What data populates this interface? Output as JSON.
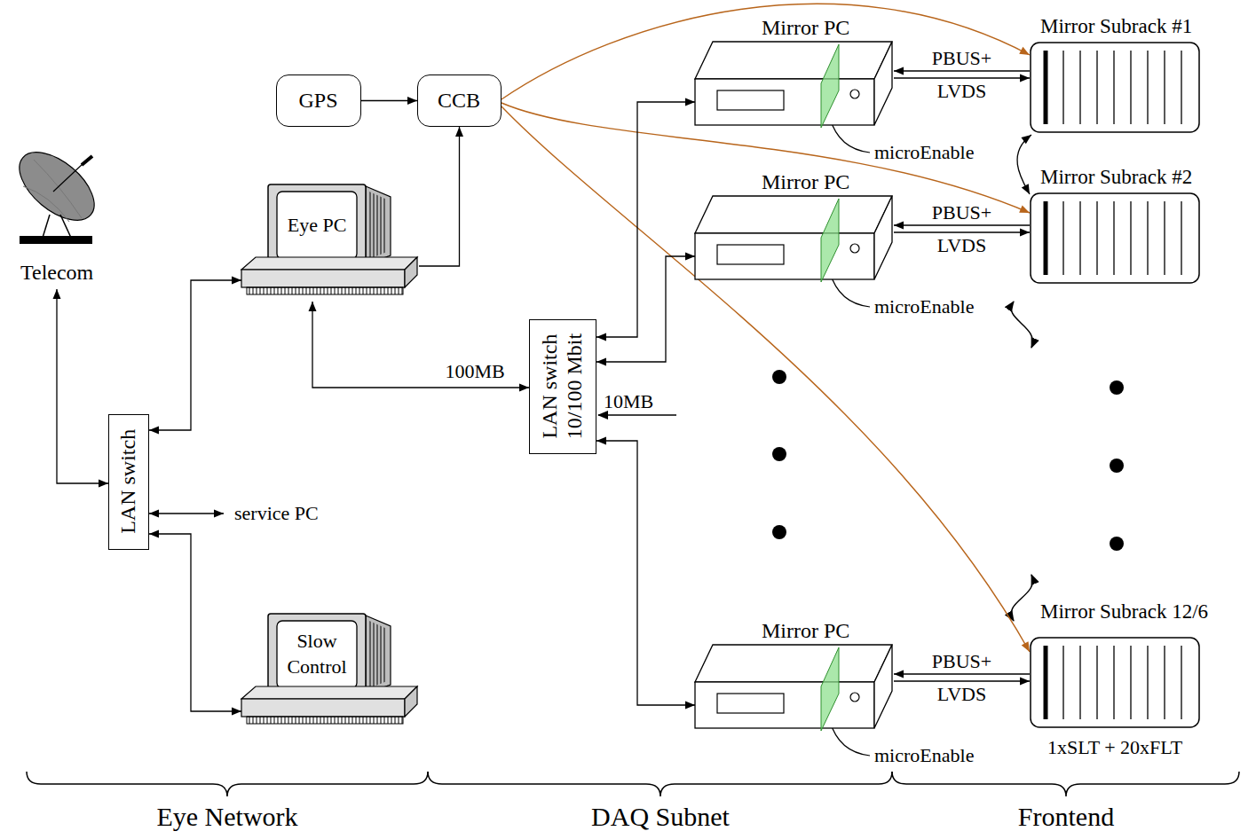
{
  "diagram": {
    "nodes": [
      {
        "text": [
          "GPS"
        ]
      },
      {
        "text": [
          "CCB"
        ]
      },
      {
        "text": [
          "Telecom"
        ]
      },
      {
        "text": [
          "Eye PC"
        ]
      },
      {
        "text": [
          "LAN switch"
        ]
      },
      {
        "text": [
          "service PC"
        ]
      },
      {
        "text": [
          "Slow Control"
        ]
      },
      {
        "text": [
          "LAN switch 10/100 Mbit"
        ]
      },
      {
        "text": [
          "Mirror PC"
        ]
      },
      {
        "text": [
          "Mirror PC"
        ]
      },
      {
        "text": [
          "Mirror PC"
        ]
      },
      {
        "text": [
          "Mirror Subrack #1"
        ]
      },
      {
        "text": [
          "Mirror Subrack #2"
        ]
      },
      {
        "text": [
          "Mirror Subrack 12/6",
          "1xSLT + 20xFLT"
        ]
      }
    ],
    "edges": [
      {
        "from": 0,
        "to": 1,
        "arrow": "to"
      },
      {
        "from": 3,
        "to": 1,
        "arrow": "to"
      },
      {
        "from": 1,
        "to": 11,
        "arrow": "to"
      },
      {
        "from": 1,
        "to": 12,
        "arrow": "to"
      },
      {
        "from": 1,
        "to": 13,
        "arrow": "to"
      },
      {
        "from": 2,
        "to": 4,
        "arrow": "both"
      },
      {
        "from": 4,
        "to": 3,
        "arrow": "both"
      },
      {
        "from": 4,
        "to": 5,
        "arrow": "both"
      },
      {
        "from": 4,
        "to": 6,
        "arrow": "both"
      },
      {
        "from": 3,
        "to": 7,
        "arrow": "both",
        "label": "100MB"
      },
      {
        "from": 7,
        "to": 8,
        "arrow": "both"
      },
      {
        "from": 7,
        "to": 9,
        "arrow": "both"
      },
      {
        "from": 7,
        "to": 10,
        "arrow": "both"
      },
      {
        "from": 11,
        "to": 8,
        "arrow": "to",
        "label": "PBUS+"
      },
      {
        "from": 8,
        "to": 11,
        "arrow": "to",
        "label": "LVDS"
      },
      {
        "from": 12,
        "to": 9,
        "arrow": "to",
        "label": "PBUS+"
      },
      {
        "from": 9,
        "to": 12,
        "arrow": "to",
        "label": "LVDS"
      },
      {
        "from": 13,
        "to": 10,
        "arrow": "to",
        "label": "PBUS+"
      },
      {
        "from": 10,
        "to": 13,
        "arrow": "to",
        "label": "LVDS"
      },
      {
        "from": 11,
        "to": 12,
        "arrow": "both"
      }
    ],
    "labels": [
      "microEnable",
      "microEnable",
      "microEnable",
      "10MB",
      "Eye Network",
      "DAQ Subnet",
      "Frontend"
    ]
  }
}
